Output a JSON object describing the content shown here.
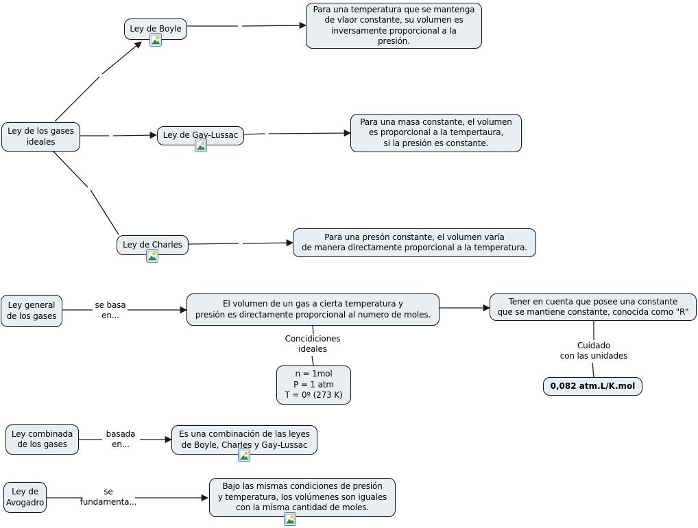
{
  "diagram": {
    "nodes": {
      "ideales": {
        "label": "Ley de los gases\nideales"
      },
      "boyle": {
        "label": "Ley de Boyle"
      },
      "gay_lussac": {
        "label": "Ley de Gay-Lussac"
      },
      "charles": {
        "label": "Ley de Charles"
      },
      "boyle_desc": {
        "label": "Para una temperatura que se mantenga\nde vlaor constante, su volumen es\ninversamente proporcional a la\npresión."
      },
      "gay_lussac_desc": {
        "label": "Para una masa constante, el volumen\nes proporcional a la tempertaura,\nsi la presión es constante."
      },
      "charles_desc": {
        "label": "Para una presón constante, el volumen varía\nde manera directamente proporcional a la temperatura."
      },
      "general": {
        "label": "Ley general\nde los gases"
      },
      "general_desc": {
        "label": "El volumen de un gas a cierta temperatura y\npresión es directamente proporcional al numero de moles."
      },
      "constante_desc": {
        "label": "Tener en cuenta que posee una constante\nque se mantiene constante, conocida como \"R\""
      },
      "condiciones_box": {
        "label": "n = 1mol\nP = 1 atm\nT = 0º (273 K)"
      },
      "r_value_box": {
        "label": "0,082 atm.L/K.mol"
      },
      "combinada": {
        "label": "Ley combinada\nde los gases"
      },
      "combinada_desc": {
        "label": "Es una combinación de las leyes\nde Boyle, Charles y Gay-Lussac"
      },
      "avogadro": {
        "label": "Ley de\nAvogadro"
      },
      "avogadro_desc": {
        "label": "Bajo las mismas condiciones de presión\ny temperatura, los volúmenes son iguales\ncon la misma cantidad de moles."
      }
    },
    "link_labels": {
      "se_basa": "se basa\nen...",
      "condiciones": "Concidiciones\nideales",
      "cuidado": "Cuidado\ncon las unidades",
      "basada": "basada\nen...",
      "fundamenta": "se\nfundamenta..."
    },
    "icons": {
      "resource": "image-resource-icon"
    },
    "colors": {
      "node_fill": "#e8eef1",
      "node_border": "#111111",
      "line": "#1a1a1a",
      "icon_border": "#4a7ebb",
      "icon_mountain": "#2e8b3a",
      "icon_sun": "#f5d300"
    }
  }
}
